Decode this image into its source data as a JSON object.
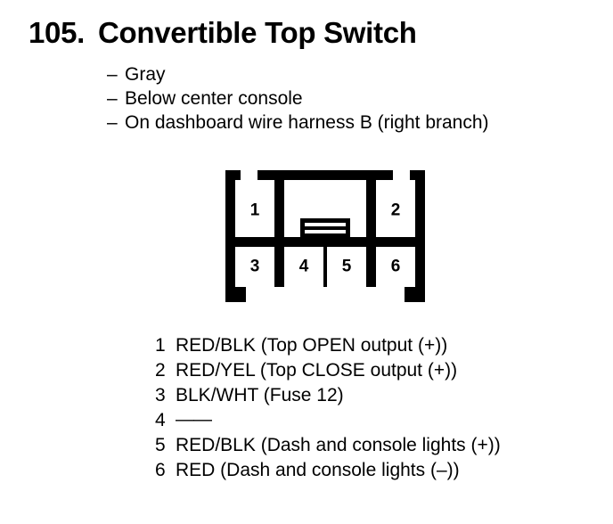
{
  "header": {
    "number": "105.",
    "title": "Convertible Top Switch",
    "attributes": [
      {
        "dash": "–",
        "text": "Gray"
      },
      {
        "dash": "–",
        "text": "Below center console"
      },
      {
        "dash": "–",
        "text": "On dashboard wire harness B (right branch)"
      }
    ]
  },
  "connector": {
    "name": "6-pin connector",
    "top_row": [
      {
        "pin": "1"
      },
      {
        "pin": "2"
      }
    ],
    "bottom_row": [
      {
        "pin": "3"
      },
      {
        "pin": "4"
      },
      {
        "pin": "5"
      },
      {
        "pin": "6"
      }
    ],
    "center_tab": "locking-tab"
  },
  "pin_legend": [
    {
      "num": "1",
      "desc": "RED/BLK (Top OPEN output (+))"
    },
    {
      "num": "2",
      "desc": "RED/YEL (Top CLOSE output (+))"
    },
    {
      "num": "3",
      "desc": "BLK/WHT (Fuse 12)"
    },
    {
      "num": "4",
      "desc": "——"
    },
    {
      "num": "5",
      "desc": "RED/BLK (Dash and console lights (+))"
    },
    {
      "num": "6",
      "desc": "RED (Dash and console lights (–))"
    }
  ],
  "colors": {
    "ink": "#000000",
    "paper": "#ffffff"
  }
}
